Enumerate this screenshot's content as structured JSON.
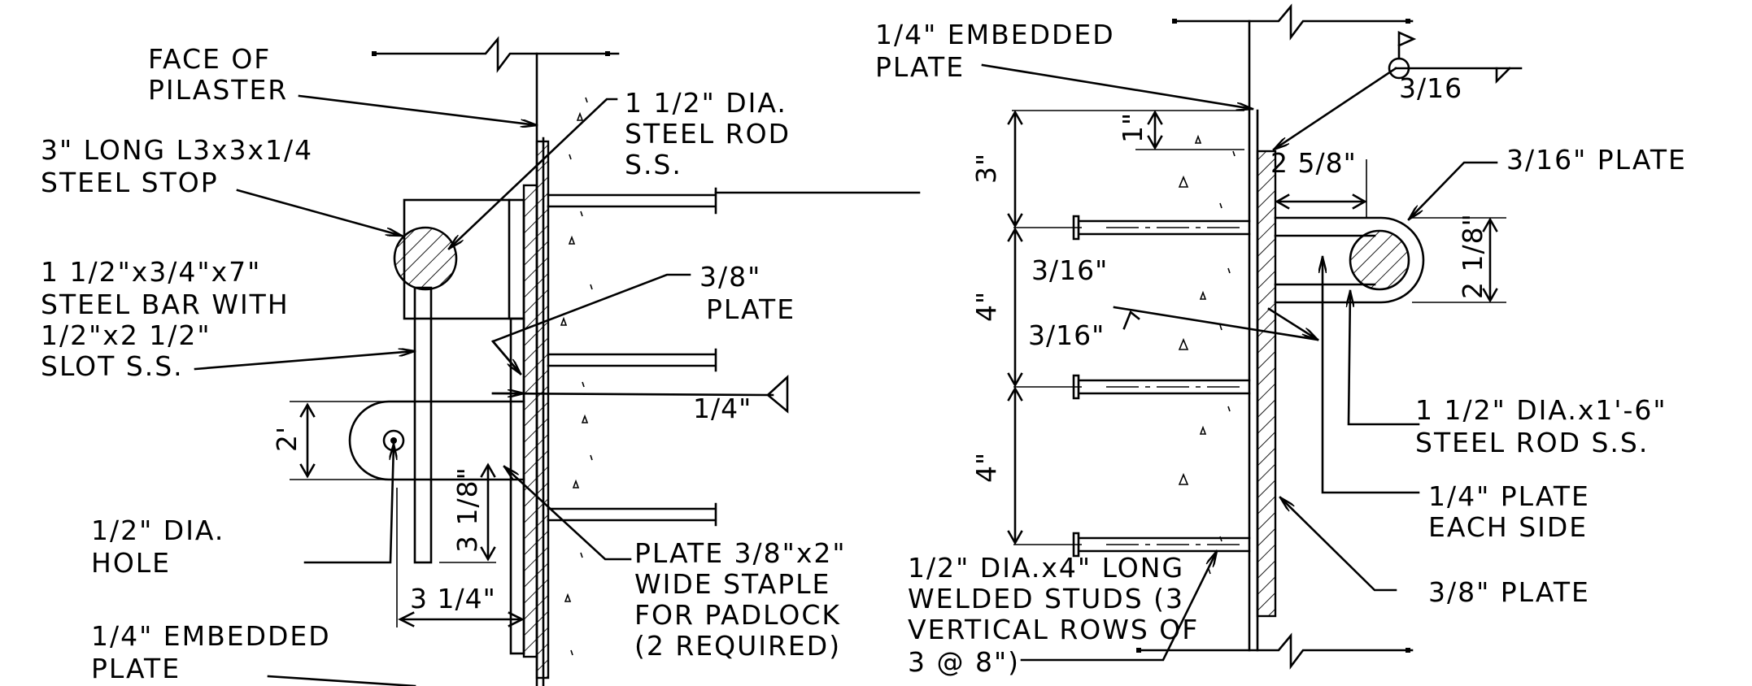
{
  "left_detail": {
    "face_of_pilaster": [
      "FACE OF",
      "PILASTER"
    ],
    "steel_stop": [
      "3\" LONG L3x3x1/4",
      "STEEL STOP"
    ],
    "steel_bar": [
      "1 1/2\"x3/4\"x7\"",
      "STEEL BAR WITH",
      "1/2\"x2 1/2\"",
      "SLOT S.S."
    ],
    "hole": [
      "1/2\" DIA.",
      "HOLE"
    ],
    "embedded_plate": [
      "1/4\" EMBEDDED",
      "PLATE"
    ],
    "steel_rod": [
      "1 1/2\" DIA.",
      "STEEL ROD",
      "S.S."
    ],
    "plate_38": [
      "3/8\"",
      "PLATE"
    ],
    "weld_14": "1/4\"",
    "staple": [
      "PLATE 3/8\"x2\"",
      "WIDE STAPLE",
      "FOR PADLOCK",
      "(2 REQUIRED)"
    ],
    "dim_2": "2'",
    "dim_3_18": "3 1/8\"",
    "dim_3_14": "3 1/4\""
  },
  "right_detail": {
    "embedded_plate": [
      "1/4\" EMBEDDED",
      "PLATE"
    ],
    "weld_316_top": "3/16",
    "plate_316": "3/16\" PLATE",
    "dim_2_58": "2 5/8\"",
    "dim_2_18": "2 1/8\"",
    "dim_1": "1\"",
    "dim_3": "3\"",
    "dim_4a": "4\"",
    "dim_4b": "4\"",
    "weld_316_a": "3/16\"",
    "weld_316_b": "3/16\"",
    "steel_rod": [
      "1 1/2\" DIA.x1'-6\"",
      "STEEL ROD S.S."
    ],
    "plate_each_side": [
      "1/4\" PLATE",
      "EACH SIDE"
    ],
    "plate_38": "3/8\" PLATE",
    "studs": [
      "1/2\" DIA.x4\" LONG",
      "WELDED  STUDS (3",
      "VERTICAL  ROWS OF",
      "3 @ 8\")"
    ]
  }
}
